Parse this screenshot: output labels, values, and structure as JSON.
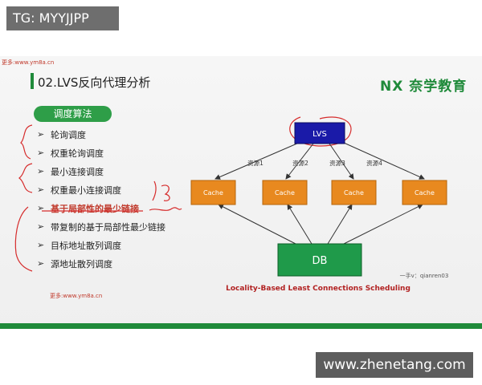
{
  "top_badge": "TG: MYYJJPP",
  "slide": {
    "more_top": "更多:www.ym8a.cn",
    "more_bottom": "更多:www.ym8a.cn",
    "title": "02.LVS反向代理分析",
    "logo": "NX 奈学教育",
    "pill": "调度算法",
    "items": [
      "轮询调度",
      "权重轮询调度",
      "最小连接调度",
      "权重最小连接调度",
      "基于局部性的最少链接",
      "带复制的基于局部性最少链接",
      "目标地址散列调度",
      "源地址散列调度"
    ],
    "arrow_glyph": "➢",
    "diagram": {
      "lvs": "LVS",
      "db": "DB",
      "resources": [
        "资源1",
        "资源2",
        "资源3",
        "资源4"
      ],
      "cache": [
        "Cache",
        "Cache",
        "Cache",
        "Cache"
      ],
      "caption": "Locality-Based Least Connections Scheduling",
      "contact": "一手v：qianren03"
    },
    "colors": {
      "green": "#1f8a3a",
      "lvs_blue": "#1a1aa8",
      "cache_orange": "#e8891f",
      "highlight_red": "#c0392b"
    }
  },
  "watermark": "www.zhenetang.com"
}
